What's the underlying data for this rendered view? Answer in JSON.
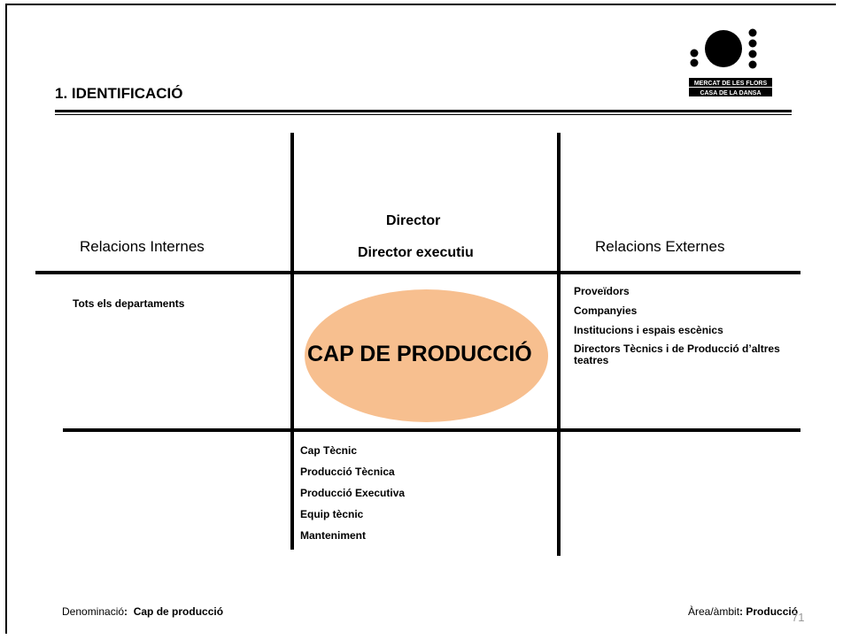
{
  "logo": {
    "line1": "MERCAT DE LES FLORS",
    "line2": "CASA DE LA DANSA"
  },
  "section_title": "1. IDENTIFICACIÓ",
  "headers": {
    "left": "Relacions Internes",
    "center_line1": "Director",
    "center_line2": "Director executiu",
    "right": "Relacions Externes"
  },
  "internal_items": [
    "Tots els departaments"
  ],
  "external_items": [
    "Proveïdors",
    "Companyies",
    "Institucions i espais escènics",
    "Directors Tècnics i de Producció d’altres teatres"
  ],
  "central_role": "CAP DE PRODUCCIÓ",
  "subordinates": [
    "Cap Tècnic",
    "Producció Tècnica",
    "Producció Executiva",
    "Equip tècnic",
    "Manteniment"
  ],
  "footer": {
    "denomination_label": "Denominació",
    "denomination_value": "Cap de producció",
    "area_label": "Àrea/àmbit",
    "area_value": "Producció",
    "page_number": "71"
  },
  "colors": {
    "ellipse_fill": "#f7bf8f",
    "page_number": "#999999"
  }
}
